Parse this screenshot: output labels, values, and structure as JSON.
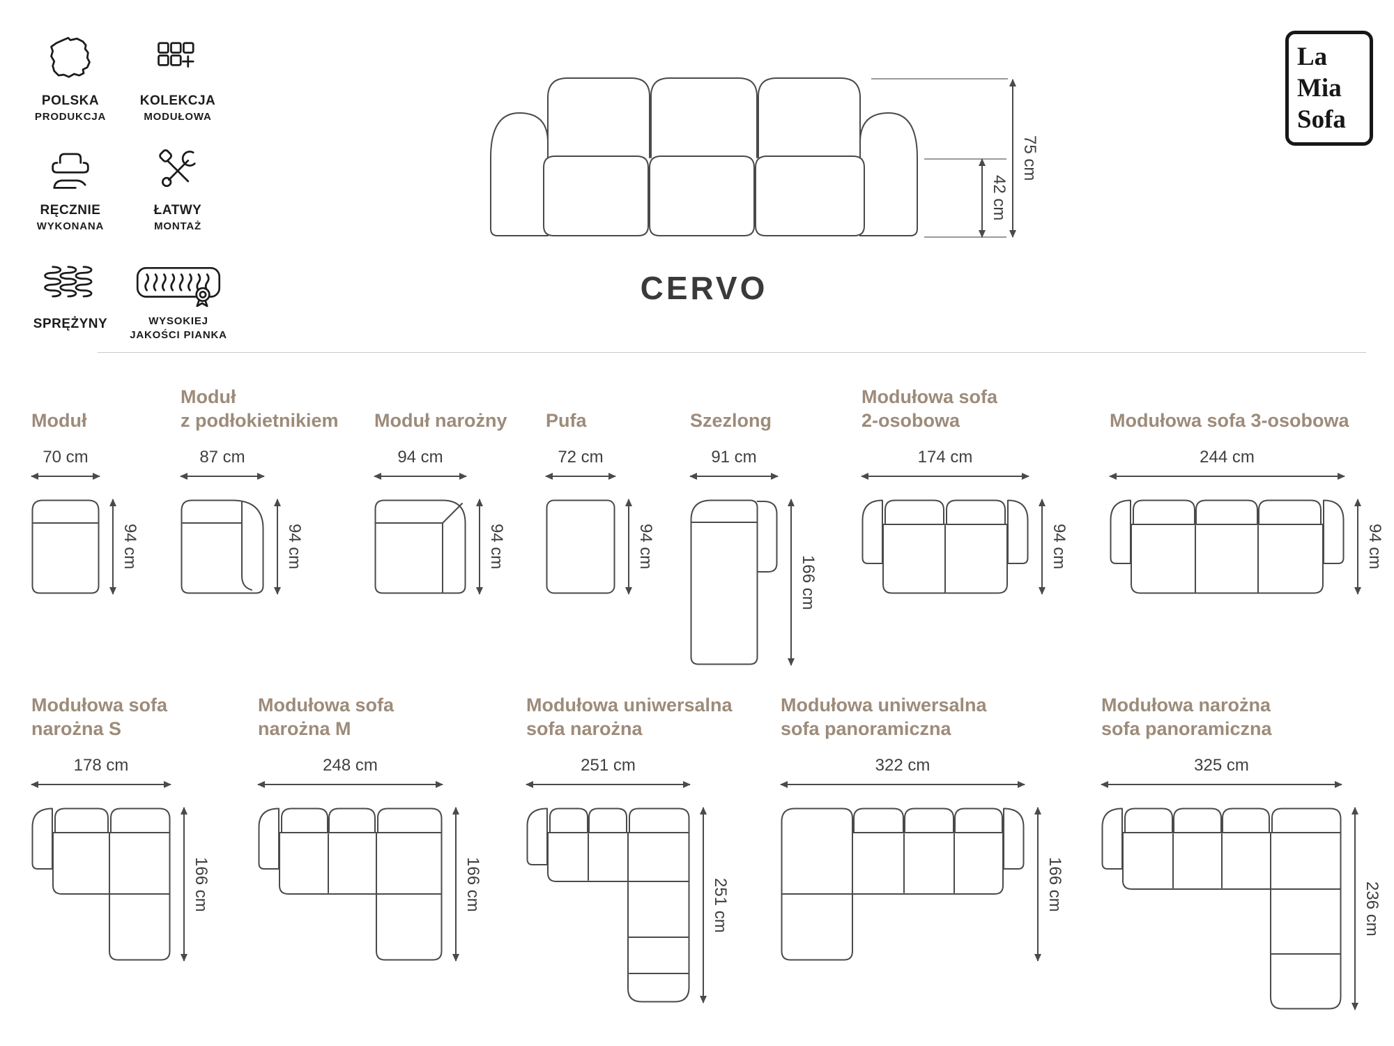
{
  "brand": {
    "line1": "La",
    "line2": "Mia",
    "line3": "Sofa"
  },
  "product": {
    "name": "CERVO"
  },
  "hero_dimensions": {
    "total_height": "75 cm",
    "seat_height": "42 cm"
  },
  "features": [
    {
      "label": "POLSKA",
      "sublabel": "PRODUKCJA"
    },
    {
      "label": "KOLEKCJA",
      "sublabel": "MODUŁOWA"
    },
    {
      "label": "RĘCZNIE",
      "sublabel": "WYKONANA"
    },
    {
      "label": "ŁATWY",
      "sublabel": "MONTAŻ"
    },
    {
      "label": "SPRĘŻYNY",
      "sublabel": ""
    },
    {
      "label": "WYSOKIEJ",
      "sublabel": "JAKOŚCI PIANKA"
    }
  ],
  "modules": {
    "row1": [
      {
        "title1": "Moduł",
        "title2": "",
        "width": "70 cm",
        "depth": "94 cm"
      },
      {
        "title1": "Moduł",
        "title2": "z podłokietnikiem",
        "width": "87 cm",
        "depth": "94 cm"
      },
      {
        "title1": "Moduł narożny",
        "title2": "",
        "width": "94 cm",
        "depth": "94 cm"
      },
      {
        "title1": "Pufa",
        "title2": "",
        "width": "72 cm",
        "depth": "94 cm"
      },
      {
        "title1": "Szezlong",
        "title2": "",
        "width": "91 cm",
        "depth": "166 cm"
      },
      {
        "title1": "Modułowa sofa",
        "title2": "2-osobowa",
        "width": "174 cm",
        "depth": "94 cm"
      },
      {
        "title1": "Modułowa sofa 3-osobowa",
        "title2": "",
        "width": "244 cm",
        "depth": "94 cm"
      }
    ],
    "row2": [
      {
        "title1": "Modułowa sofa",
        "title2": "narożna S",
        "width": "178 cm",
        "depth": "166 cm"
      },
      {
        "title1": "Modułowa sofa",
        "title2": "narożna M",
        "width": "248 cm",
        "depth": "166 cm"
      },
      {
        "title1": "Modułowa uniwersalna",
        "title2": "sofa narożna",
        "width": "251 cm",
        "depth": "251 cm"
      },
      {
        "title1": "Modułowa uniwersalna",
        "title2": "sofa panoramiczna",
        "width": "322 cm",
        "depth": "166 cm"
      },
      {
        "title1": "Modułowa narożna",
        "title2": "sofa panoramiczna",
        "width": "325 cm",
        "depth": "236 cm"
      }
    ]
  }
}
